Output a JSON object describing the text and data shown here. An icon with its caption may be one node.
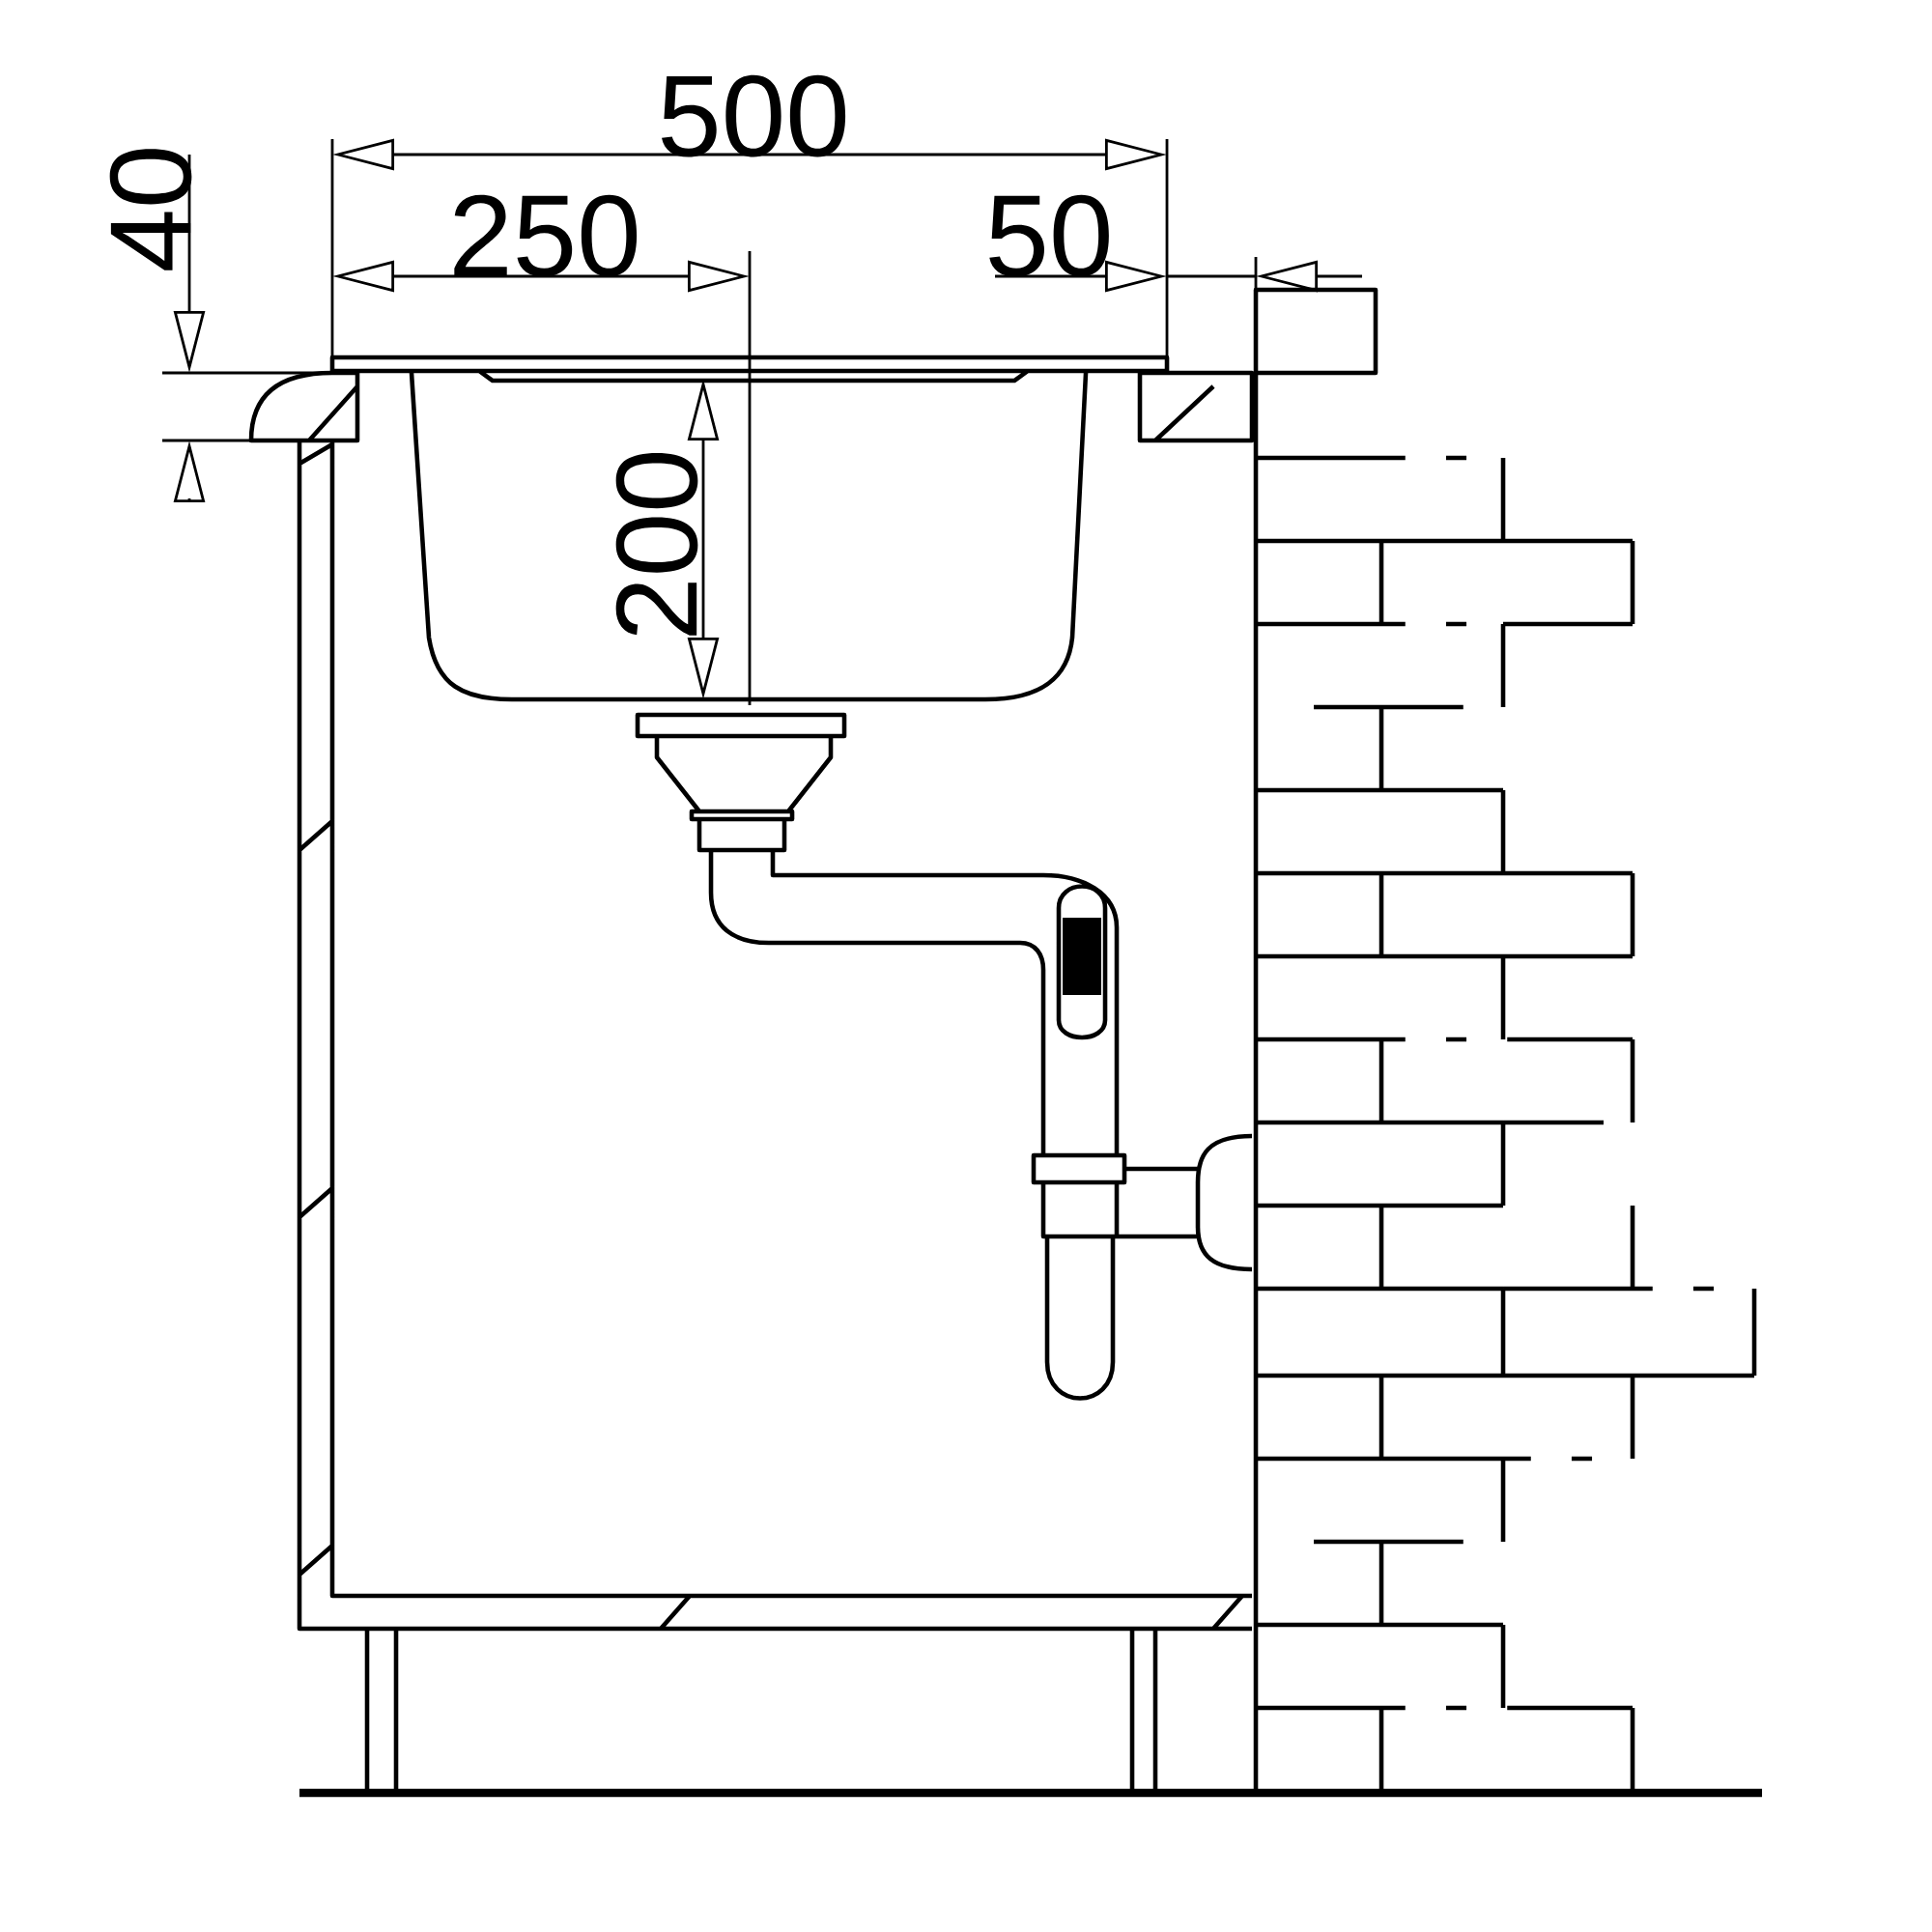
{
  "diagram": {
    "labels": [
      "500",
      "250",
      "50",
      "40",
      "200"
    ]
  }
}
